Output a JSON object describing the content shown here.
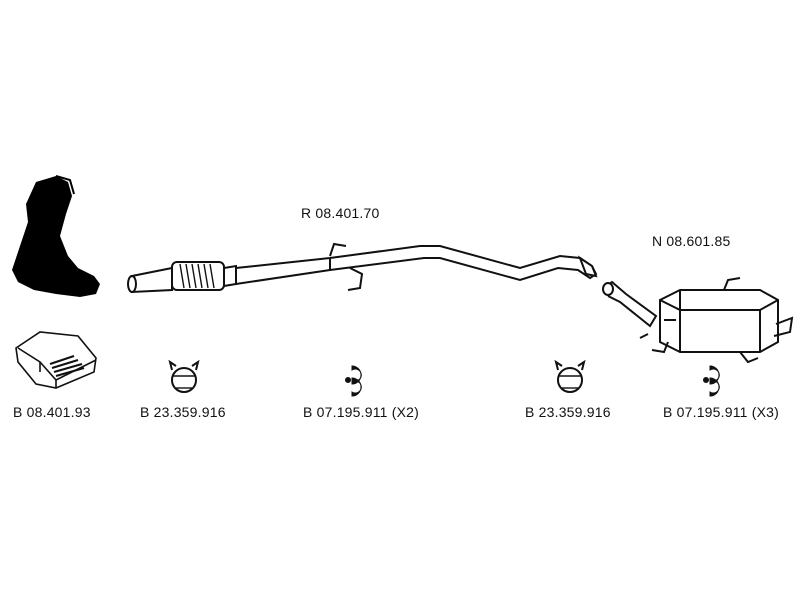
{
  "labels": {
    "center_pipe": "R 08.401.70",
    "rear_silencer": "N 08.601.85",
    "mounting_kit": "B 08.401.93",
    "clamp_front": "B 23.359.916",
    "hanger_front": "B 07.195.911 (X2)",
    "clamp_rear": "B 23.359.916",
    "hanger_rear": "B 07.195.911 (X3)"
  }
}
